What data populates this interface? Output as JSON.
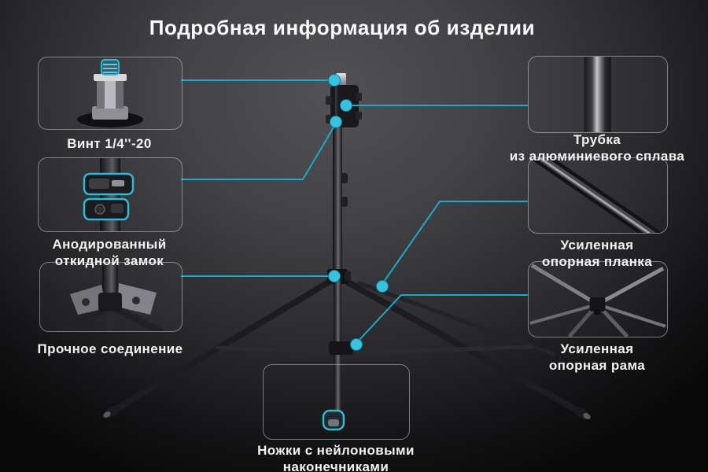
{
  "title": "Подробная информация об изделии",
  "callouts": {
    "screw": {
      "label": "Винт 1/4''-20"
    },
    "lock": {
      "line1": "Анодированный",
      "line2": "откидной замок"
    },
    "joint": {
      "label": "Прочное соединение"
    },
    "tube": {
      "line1": "Трубка",
      "line2": "из алюминиевого сплава"
    },
    "brace": {
      "line1": "Усиленная",
      "line2": "опорная планка"
    },
    "frame": {
      "line1": "Усиленная",
      "line2": "опорная рама"
    },
    "feet": {
      "line1": "Ножки с нейлоновыми",
      "line2": "наконечниками"
    }
  },
  "colors": {
    "accent": "#1ca9c9",
    "dot": "#38c2e0",
    "highlight": "#2fb9d9"
  }
}
